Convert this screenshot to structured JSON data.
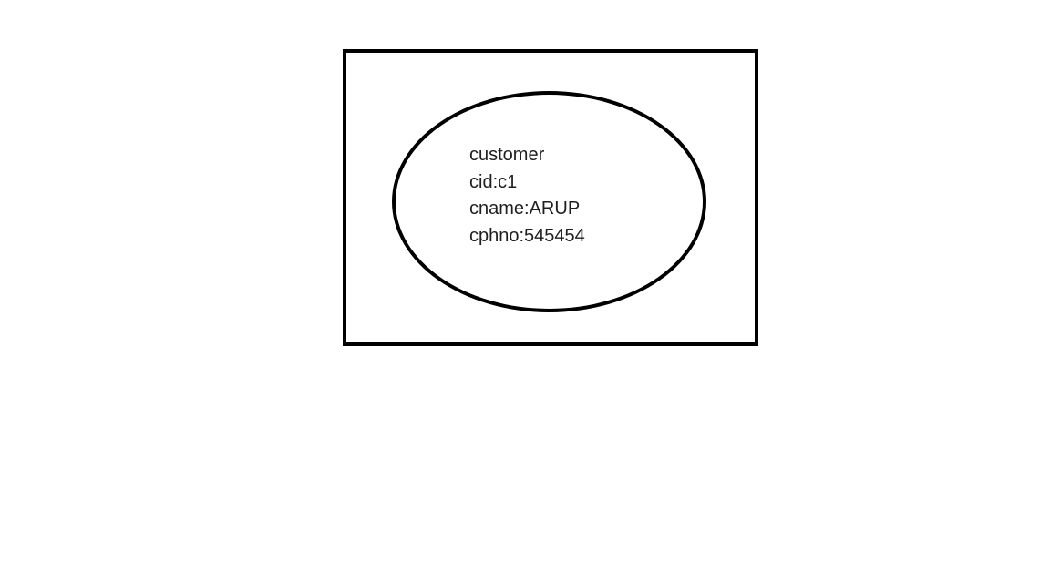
{
  "diagram": {
    "ellipse_text": {
      "title": "customer",
      "lines": [
        "cid:c1",
        "cname:ARUP",
        "cphno:545454"
      ]
    },
    "colors": {
      "stroke": "#000000",
      "text": "#1f1f1f",
      "background": "#ffffff"
    }
  }
}
